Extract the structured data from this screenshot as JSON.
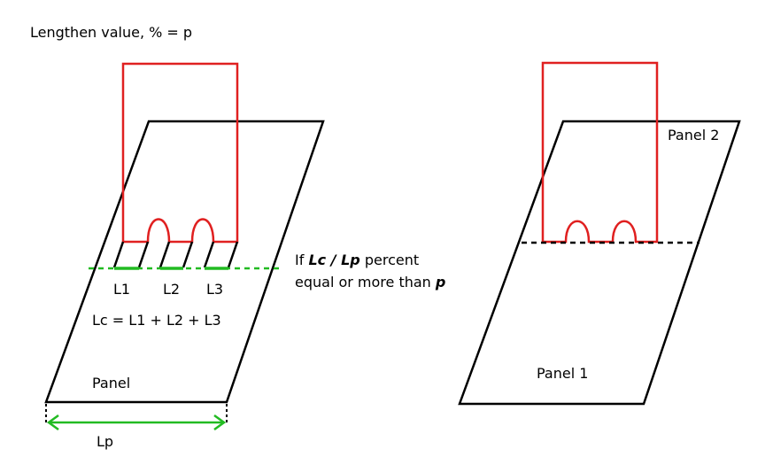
{
  "title": "Lengthen value, % = p",
  "left_figure": {
    "segment_labels": [
      "L1",
      "L2",
      "L3"
    ],
    "formula": "Lc = L1 + L2 + L3",
    "panel_label": "Panel",
    "width_label": "Lp"
  },
  "condition": {
    "line1_prefix": "If ",
    "line1_ratio_num": "Lc",
    "line1_ratio_sep": " / ",
    "line1_ratio_den": "Lp",
    "line1_suffix": " percent",
    "line2_prefix": "equal or more than ",
    "line2_var": "p"
  },
  "right_figure": {
    "top_panel_label": "Panel 2",
    "bottom_panel_label": "Panel 1"
  },
  "colors": {
    "outline": "#000000",
    "red_piece": "#e02020",
    "green": "#22bb22"
  }
}
